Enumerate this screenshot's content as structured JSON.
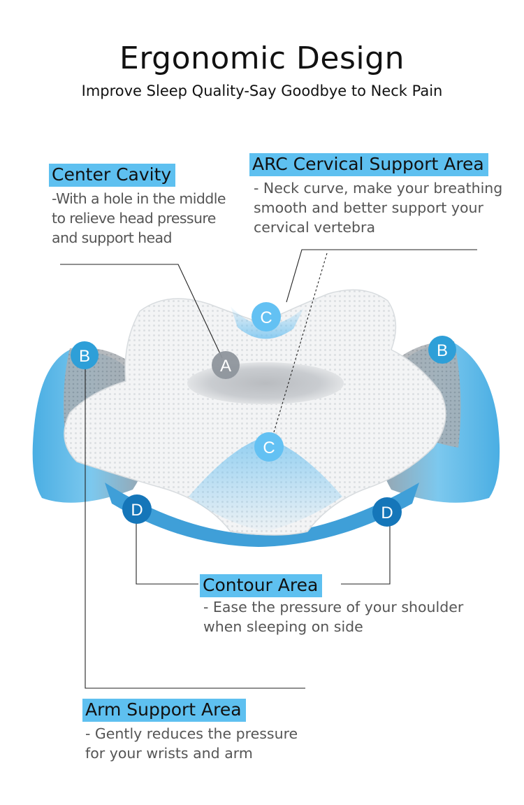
{
  "header": {
    "title": "Ergonomic Design",
    "subtitle": "Improve Sleep  Quality-Say Goodbye to Neck Pain"
  },
  "callouts": {
    "center_cavity": {
      "label": "Center Cavity",
      "description": "-With a hole in the middle\nto relieve head pressure\nand support head"
    },
    "arc_cervical": {
      "label": "ARC Cervical Support Area",
      "description": "- Neck curve, make your breathing\nsmooth and better support your\ncervical vertebra"
    },
    "contour": {
      "label": "Contour Area",
      "description": "- Ease the pressure of your shoulder\nwhen sleeping on side"
    },
    "arm_support": {
      "label": "Arm Support Area",
      "description": "- Gently reduces the pressure\n for your wrists and arm"
    }
  },
  "markers": {
    "a": "A",
    "b": "B",
    "c": "C",
    "d": "D"
  },
  "colors": {
    "label_highlight": "#5ec0f0",
    "badge_blue": "#2e9fd8",
    "badge_dark_blue": "#1576b9",
    "badge_gray": "#8e959c",
    "pillow_white": "#f4f5f6",
    "pillow_blue": "#5fb9e8",
    "pillow_gray": "#a7acb1"
  }
}
